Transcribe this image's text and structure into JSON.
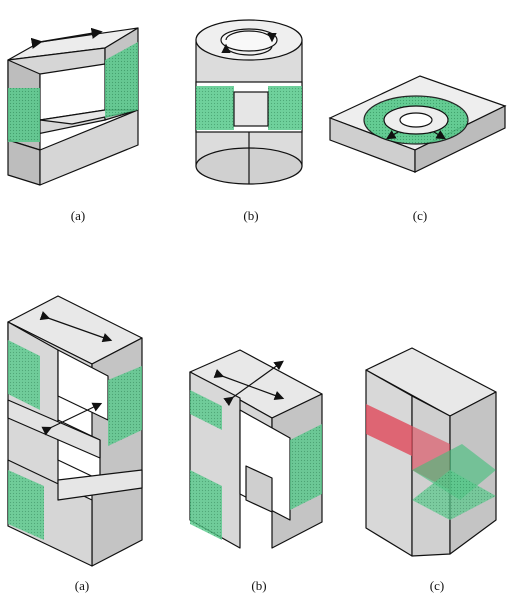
{
  "top_row": {
    "labels": [
      "(a)",
      "(b)",
      "(c)"
    ]
  },
  "bottom_row": {
    "labels": [
      "(a)",
      "(b)",
      "(c)"
    ]
  },
  "colors": {
    "face_light": "#f2f2f2",
    "face_mid": "#d9d9d9",
    "face_dark": "#bdbdbd",
    "green_band": "#3fbf7a",
    "red_band": "#e0485a",
    "outline": "#111111"
  }
}
